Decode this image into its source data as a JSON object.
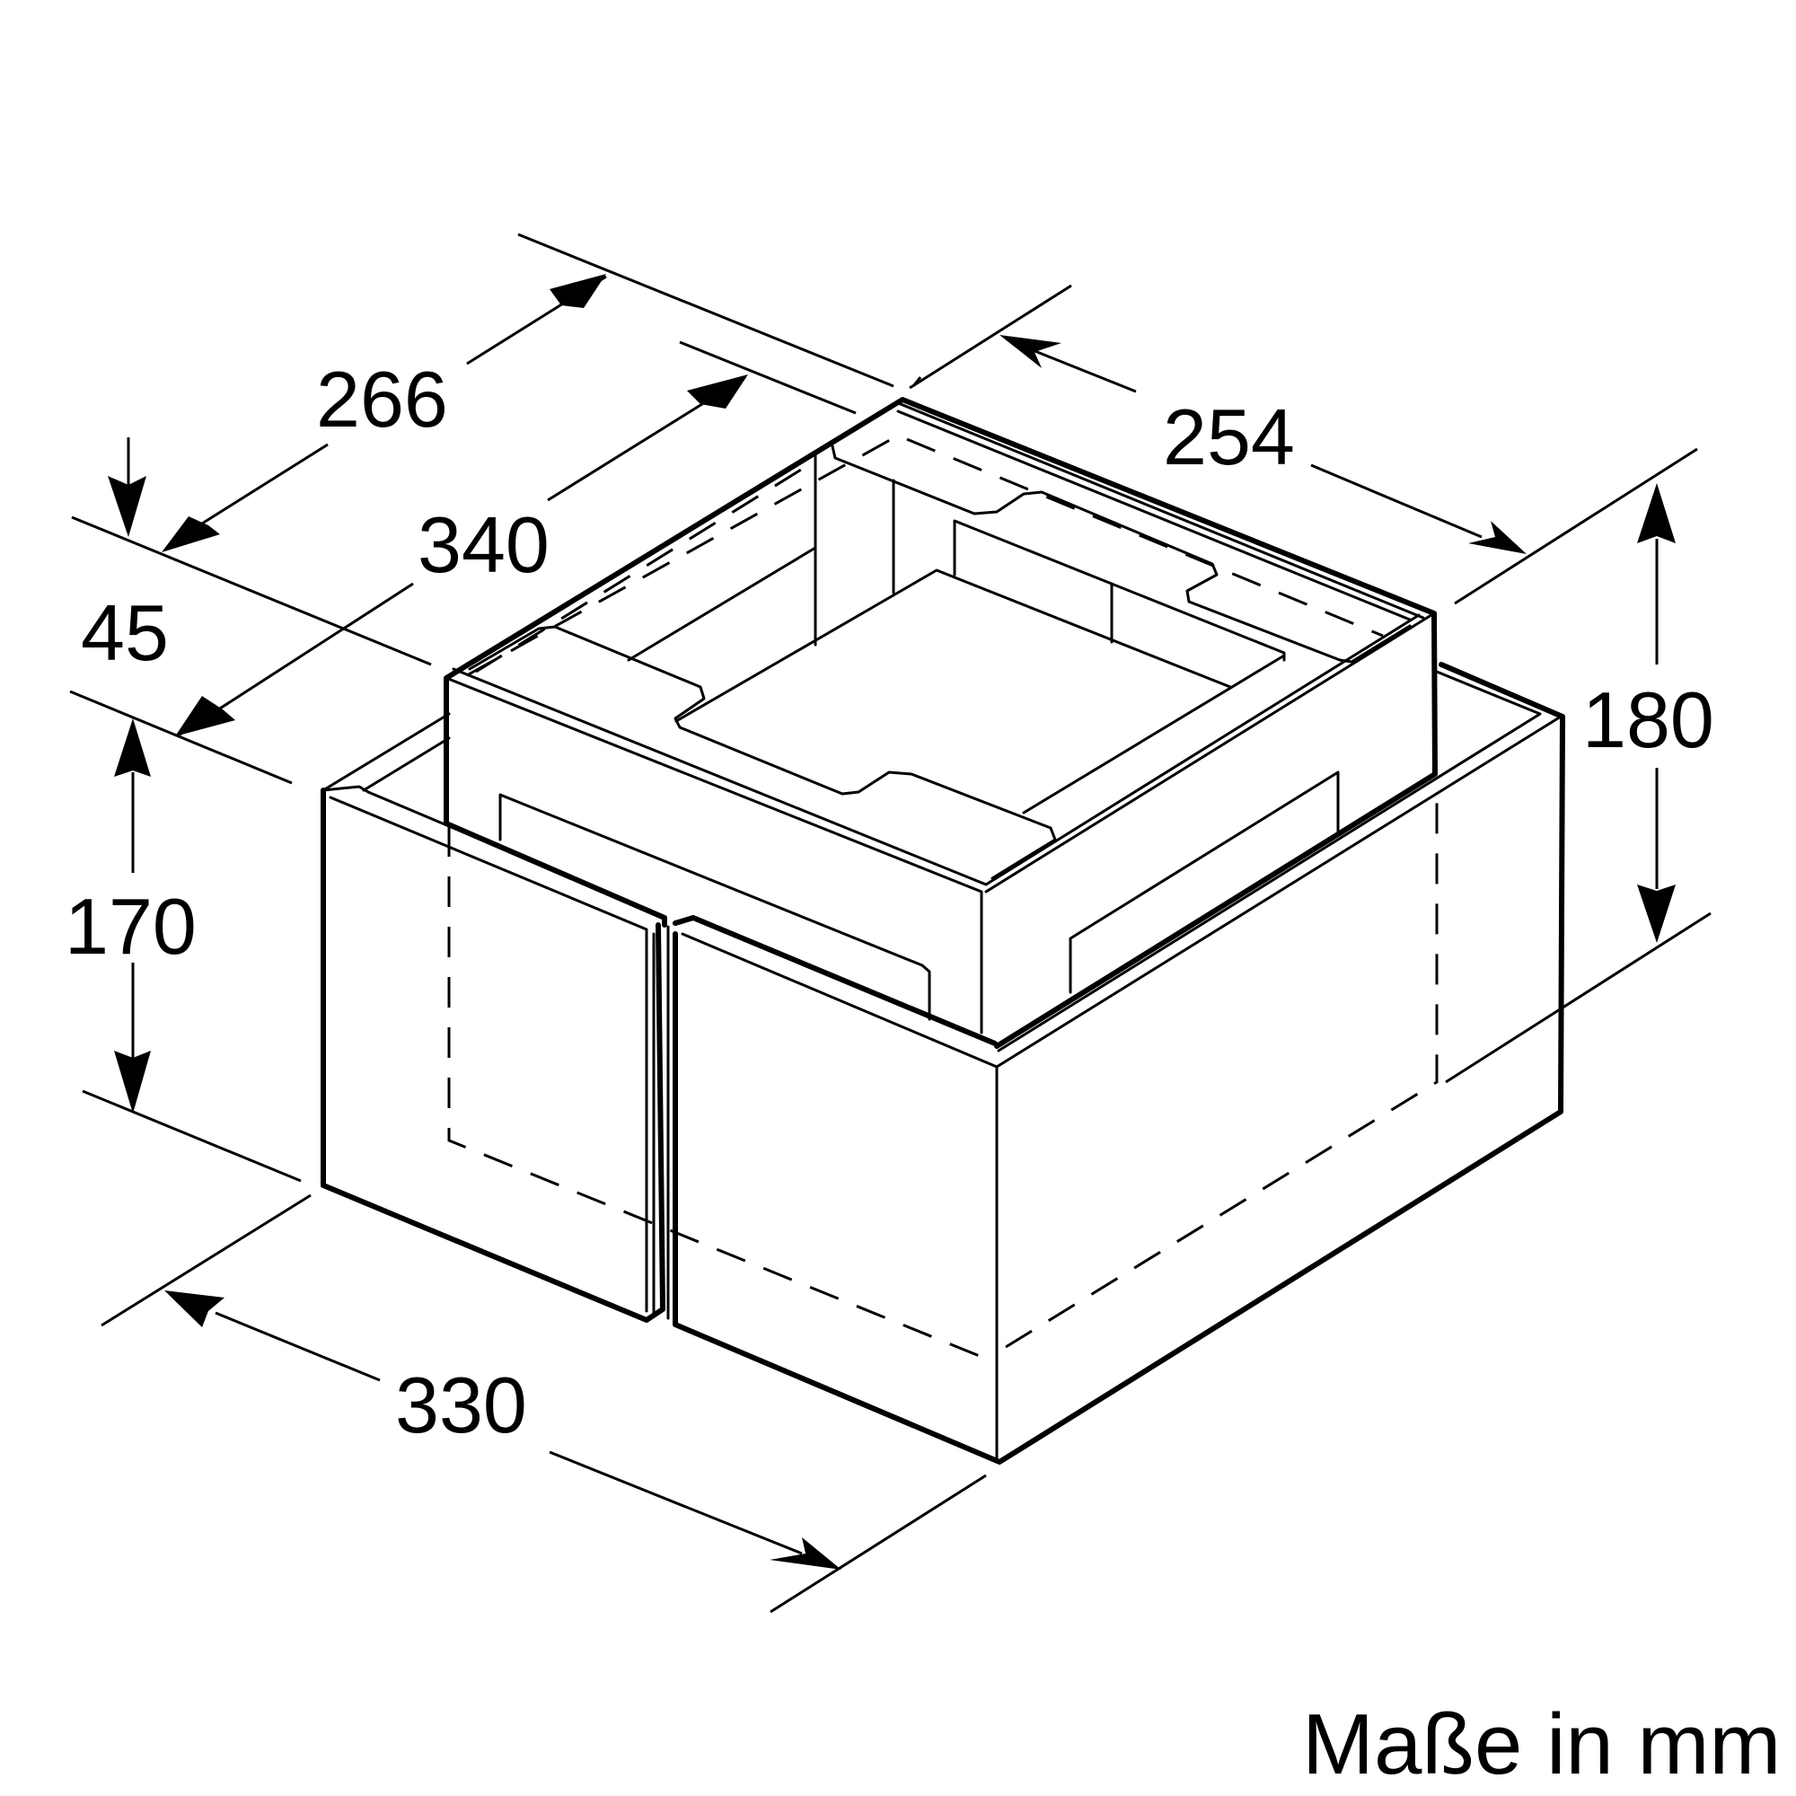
{
  "dimensions": {
    "d266": "266",
    "d340": "340",
    "d254": "254",
    "d45": "45",
    "d170": "170",
    "d180": "180",
    "d330": "330"
  },
  "unit_note": "Maße in mm"
}
